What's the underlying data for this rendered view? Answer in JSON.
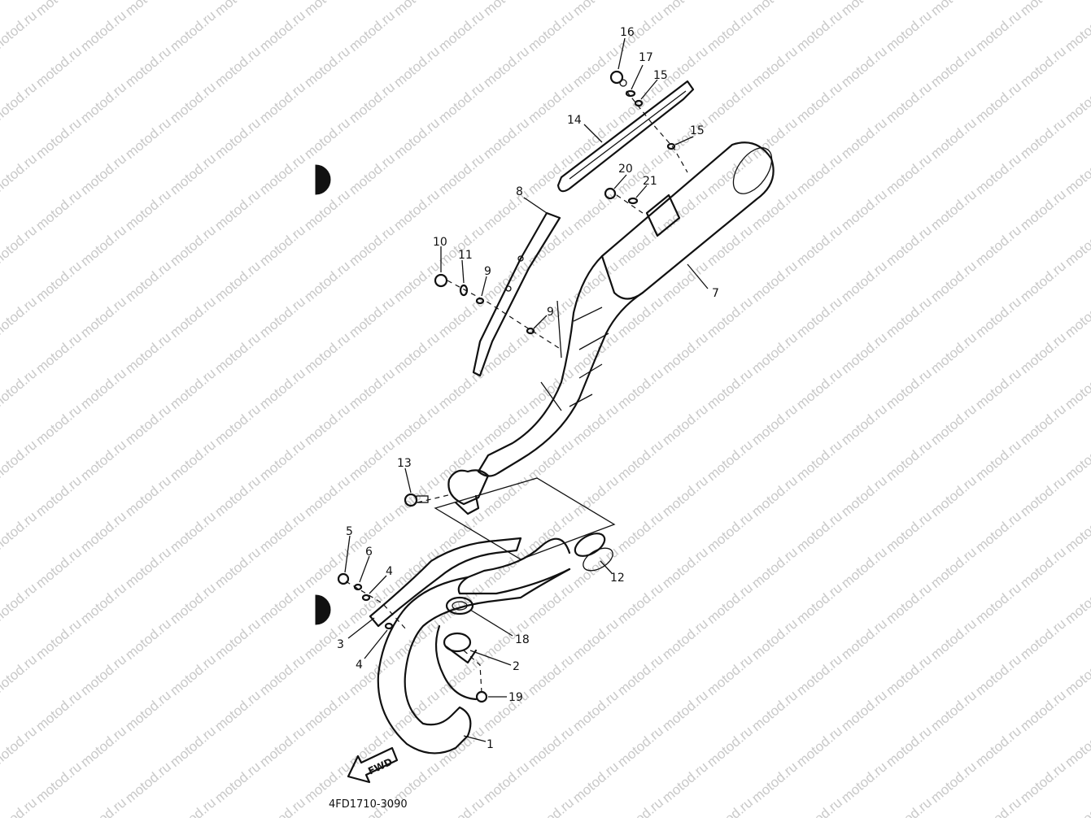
{
  "watermark": {
    "text": "motod.ru",
    "color": "#c9c9c9"
  },
  "diagram": {
    "code": "4FD1710-3090",
    "fwd_label": "FWD",
    "callouts": [
      {
        "id": "c16",
        "label": "16"
      },
      {
        "id": "c17",
        "label": "17"
      },
      {
        "id": "c15a",
        "label": "15"
      },
      {
        "id": "c15b",
        "label": "15"
      },
      {
        "id": "c14",
        "label": "14"
      },
      {
        "id": "c20",
        "label": "20"
      },
      {
        "id": "c21",
        "label": "21"
      },
      {
        "id": "c8",
        "label": "8"
      },
      {
        "id": "c10",
        "label": "10"
      },
      {
        "id": "c11",
        "label": "11"
      },
      {
        "id": "c9a",
        "label": "9"
      },
      {
        "id": "c9b",
        "label": "9"
      },
      {
        "id": "c7",
        "label": "7"
      },
      {
        "id": "c13",
        "label": "13"
      },
      {
        "id": "c5",
        "label": "5"
      },
      {
        "id": "c6",
        "label": "6"
      },
      {
        "id": "c4a",
        "label": "4"
      },
      {
        "id": "c3",
        "label": "3"
      },
      {
        "id": "c4b",
        "label": "4"
      },
      {
        "id": "c12",
        "label": "12"
      },
      {
        "id": "c18",
        "label": "18"
      },
      {
        "id": "c2",
        "label": "2"
      },
      {
        "id": "c19",
        "label": "19"
      },
      {
        "id": "c1",
        "label": "1"
      }
    ]
  }
}
